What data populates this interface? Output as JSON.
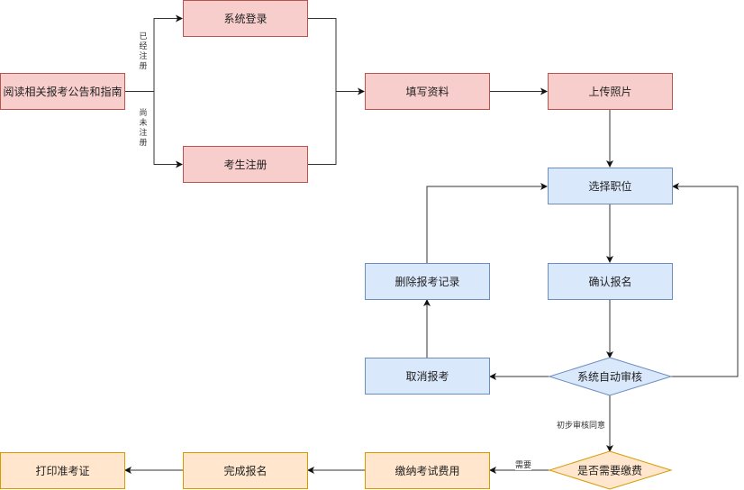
{
  "diagram": {
    "type": "flowchart",
    "nodes": {
      "read_notice": "阅读相关报考公告和指南",
      "system_login": "系统登录",
      "candidate_register": "考生注册",
      "fill_info": "填写资料",
      "upload_photo": "上传照片",
      "select_position": "选择职位",
      "confirm_signup": "确认报名",
      "delete_record": "删除报考记录",
      "cancel_signup": "取消报考",
      "auto_review": "系统自动审核",
      "need_fee": "是否需要缴费",
      "pay_fee": "缴纳考试费用",
      "complete_signup": "完成报名",
      "print_ticket": "打印准考证"
    },
    "edge_labels": {
      "registered": "已经注册",
      "not_registered": "尚未注册",
      "preliminary_approved": "初步审核同意",
      "need": "需要"
    },
    "colors": {
      "red_fill": "#f8cecc",
      "red_stroke": "#b85450",
      "blue_fill": "#dae8fc",
      "blue_stroke": "#6c8ebf",
      "orange_fill": "#ffe6cc",
      "orange_stroke": "#d79b00",
      "edge": "#333333"
    }
  }
}
